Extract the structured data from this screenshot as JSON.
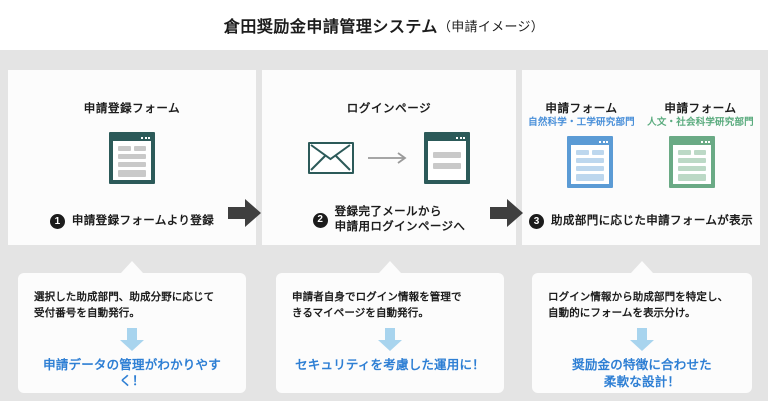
{
  "header": {
    "title_main": "倉田奨励金申請管理システム",
    "title_sub": "（申請イメージ）"
  },
  "flow": {
    "steps": [
      {
        "heading": "申請登録フォーム",
        "step_number": "❶",
        "caption": "申請登録フォームより登録",
        "icon": "form-window-icon"
      },
      {
        "heading": "ログインページ",
        "step_number": "❷",
        "caption_line1": "登録完了メールから",
        "caption_line2": "申請用ログインページへ",
        "icon_mail": "envelope-icon",
        "icon_arrow": "thin-right-arrow-icon",
        "icon_page": "login-page-icon"
      },
      {
        "step_number": "❸",
        "caption": "助成部門に応じた申請フォームが表示",
        "form_a_title": "申請フォーム",
        "form_a_sub": "自然科学・工学研究部門",
        "form_b_title": "申請フォーム",
        "form_b_sub": "人文・社会科学研究部門"
      }
    ],
    "connector_icon": "black-right-arrow-icon"
  },
  "callouts": [
    {
      "desc_line1": "選択した助成部門、助成分野に応じて",
      "desc_line2": "受付番号を自動発行。",
      "arrow_icon": "down-arrow-icon",
      "punch_line1": "申請データの管理がわかりやすく！",
      "punch_line2": ""
    },
    {
      "desc_line1": "申請者自身でログイン情報を管理で",
      "desc_line2": "きるマイページを自動発行。",
      "arrow_icon": "down-arrow-icon",
      "punch_line1": "セキュリティを考慮した運用に！",
      "punch_line2": ""
    },
    {
      "desc_line1": "ログイン情報から助成部門を特定し、",
      "desc_line2": "自動的にフォームを表示分け。",
      "arrow_icon": "down-arrow-icon",
      "punch_line1": "奨励金の特徴に合わせた",
      "punch_line2": "柔軟な設計！"
    }
  ],
  "colors": {
    "page_background": "#ffffff",
    "canvas_background": "#e4e4e4",
    "panel_background": "#fcfcfc",
    "teal_icon": "#2c5a59",
    "blue_accent": "#5b9bd5",
    "green_accent": "#6aaa85",
    "punch_blue": "#2e7fd4",
    "arrow_down_blue": "#a8d4ee",
    "black_arrow": "#3f3f3f",
    "text_dark": "#1c1c1c"
  }
}
